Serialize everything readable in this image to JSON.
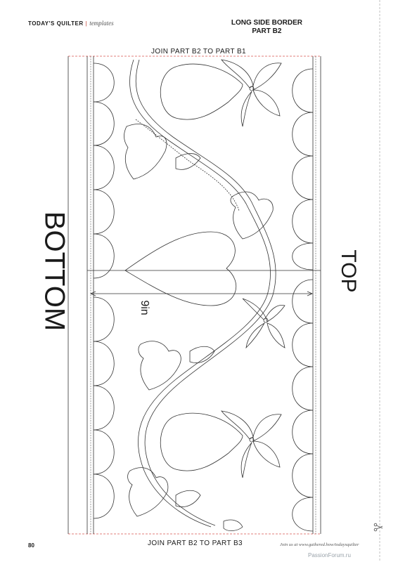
{
  "header": {
    "brand": "TODAY'S QUILTER",
    "separator": "|",
    "section": "templates",
    "title_line1": "LONG SIDE BORDER",
    "title_line2": "PART B2"
  },
  "template": {
    "join_top": "JOIN PART B2 TO PART B1",
    "join_bottom": "JOIN PART B2 TO PART B3",
    "left_label": "BOTTOM",
    "right_label": "TOP",
    "measurement": "9in"
  },
  "footer": {
    "page_number": "80",
    "note": "Join us at www.gathered.how/todaysquilter",
    "watermark": "PassionForum.ru"
  },
  "colors": {
    "line": "#333333",
    "cut_line": "#d9534f",
    "accent": "#c0392b"
  }
}
